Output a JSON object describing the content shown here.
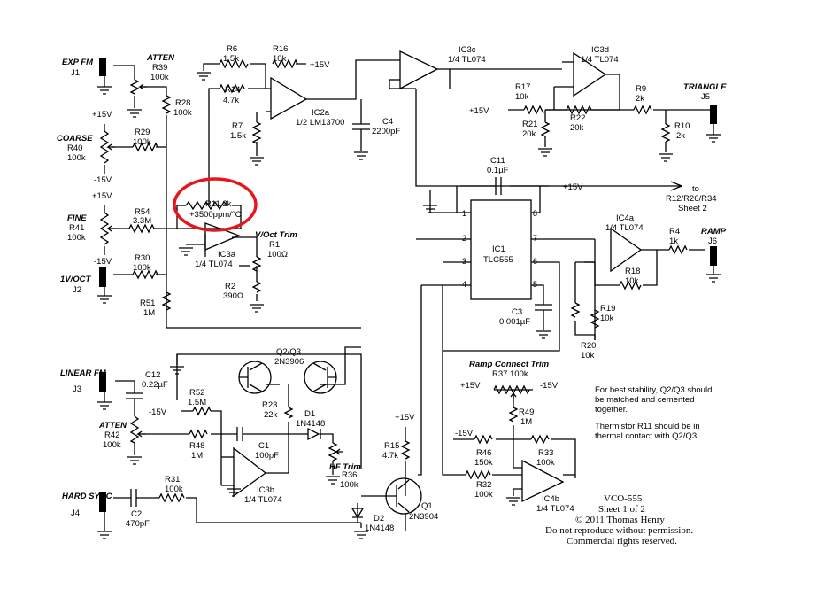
{
  "jacks": {
    "j1": {
      "name": "EXP FM",
      "ref": "J1"
    },
    "j2": {
      "name": "1V/OCT",
      "ref": "J2"
    },
    "j3": {
      "name": "LINEAR FM",
      "ref": "J3"
    },
    "j4": {
      "name": "HARD SYNC",
      "ref": "J4"
    },
    "j5": {
      "name": "TRIANGLE",
      "ref": "J5"
    },
    "j6": {
      "name": "RAMP",
      "ref": "J6"
    }
  },
  "labels": {
    "atten_top": "ATTEN",
    "atten_bottom": "ATTEN",
    "coarse": "COARSE",
    "fine": "FINE",
    "plus15": "+15V",
    "minus15": "-15V"
  },
  "resistors": {
    "r39": {
      "ref": "R39",
      "value": "100k"
    },
    "r28": {
      "ref": "R28",
      "value": "100k"
    },
    "r40": {
      "ref": "R40",
      "value": "100k"
    },
    "r29": {
      "ref": "R29",
      "value": "100k"
    },
    "r41": {
      "ref": "R41",
      "value": "100k"
    },
    "r54": {
      "ref": "R54",
      "value": "3.3M"
    },
    "r30": {
      "ref": "R30",
      "value": "100k"
    },
    "r51": {
      "ref": "R51",
      "value": "1M"
    },
    "r6": {
      "ref": "R6",
      "value": "1.5k"
    },
    "r16": {
      "ref": "R16",
      "value": "10k"
    },
    "r14": {
      "ref": "R14",
      "value": "4.7k"
    },
    "r7": {
      "ref": "R7",
      "value": "1.5k"
    },
    "r11": {
      "ref": "R11 2k",
      "value": "+3500ppm/°C"
    },
    "r1": {
      "ref": "R1",
      "value": "100Ω"
    },
    "r2": {
      "ref": "R2",
      "value": "390Ω"
    },
    "r17": {
      "ref": "R17",
      "value": "10k"
    },
    "r21": {
      "ref": "R21",
      "value": "20k"
    },
    "r22": {
      "ref": "R22",
      "value": "20k"
    },
    "r9": {
      "ref": "R9",
      "value": "2k"
    },
    "r10": {
      "ref": "R10",
      "value": "2k"
    },
    "r4": {
      "ref": "R4",
      "value": "1k"
    },
    "r18": {
      "ref": "R18",
      "value": "10k"
    },
    "r19": {
      "ref": "R19",
      "value": "10k"
    },
    "r20": {
      "ref": "R20",
      "value": "10k"
    },
    "r52": {
      "ref": "R52",
      "value": "1.5M"
    },
    "r23": {
      "ref": "R23",
      "value": "22k"
    },
    "r42": {
      "ref": "R42",
      "value": "100k"
    },
    "r48": {
      "ref": "R48",
      "value": "1M"
    },
    "r36": {
      "ref": "R36",
      "value": "100k"
    },
    "r31": {
      "ref": "R31",
      "value": "100k"
    },
    "r15": {
      "ref": "R15",
      "value": "4.7k"
    },
    "r37": {
      "ref": "R37",
      "value": "100k"
    },
    "r49": {
      "ref": "R49",
      "value": "1M"
    },
    "r46": {
      "ref": "R46",
      "value": "150k"
    },
    "r33": {
      "ref": "R33",
      "value": "100k"
    },
    "r32": {
      "ref": "R32",
      "value": "100k"
    }
  },
  "capacitors": {
    "c4": {
      "ref": "C4",
      "value": "2200pF"
    },
    "c11": {
      "ref": "C11",
      "value": "0.1µF"
    },
    "c3": {
      "ref": "C3",
      "value": "0.001µF"
    },
    "c12": {
      "ref": "C12",
      "value": "0.22µF"
    },
    "c1": {
      "ref": "C1",
      "value": "100pF"
    },
    "c2": {
      "ref": "C2",
      "value": "470pF"
    }
  },
  "ics": {
    "ic2a": {
      "ref": "IC2a",
      "type": "1/2 LM13700"
    },
    "ic3a": {
      "ref": "IC3a",
      "type": "1/4 TL074"
    },
    "ic3b": {
      "ref": "IC3b",
      "type": "1/4 TL074"
    },
    "ic3c": {
      "ref": "IC3c",
      "type": "1/4 TL074"
    },
    "ic3d": {
      "ref": "IC3d",
      "type": "1/4 TL074"
    },
    "ic4a": {
      "ref": "IC4a",
      "type": "1/4 TL074"
    },
    "ic4b": {
      "ref": "IC4b",
      "type": "1/4 TL074"
    },
    "ic1": {
      "ref": "IC1",
      "type": "TLC555"
    }
  },
  "semis": {
    "q2q3": {
      "ref": "Q2/Q3",
      "type": "2N3906"
    },
    "q1": {
      "ref": "Q1",
      "type": "2N3904"
    },
    "d1": {
      "ref": "D1",
      "type": "1N4148"
    },
    "d2": {
      "ref": "D2",
      "type": "1N4148"
    }
  },
  "trims": {
    "voct": "V/Oct Trim",
    "hf": "HF Trim",
    "ramp": "Ramp Connect Trim"
  },
  "pins": {
    "ic1": [
      "2",
      "3",
      "4",
      "1",
      "8",
      "7",
      "6",
      "5"
    ]
  },
  "offsheet": {
    "to": "to",
    "refs": "R12/R26/R34",
    "sheet": "Sheet 2"
  },
  "notes": {
    "line1": "For best stability, Q2/Q3 should",
    "line2": "be matched and cemented",
    "line3": "together.",
    "line4": "Thermistor R11 should be in",
    "line5": "thermal contact with Q2/Q3."
  },
  "titleblock": {
    "name": "VCO-555",
    "sheet": "Sheet 1 of 2",
    "copyright": "© 2011 Thomas Henry",
    "line1": "Do not reproduce without permission.",
    "line2": "Commercial rights reserved."
  },
  "highlight": {
    "color": "#e8141b"
  }
}
